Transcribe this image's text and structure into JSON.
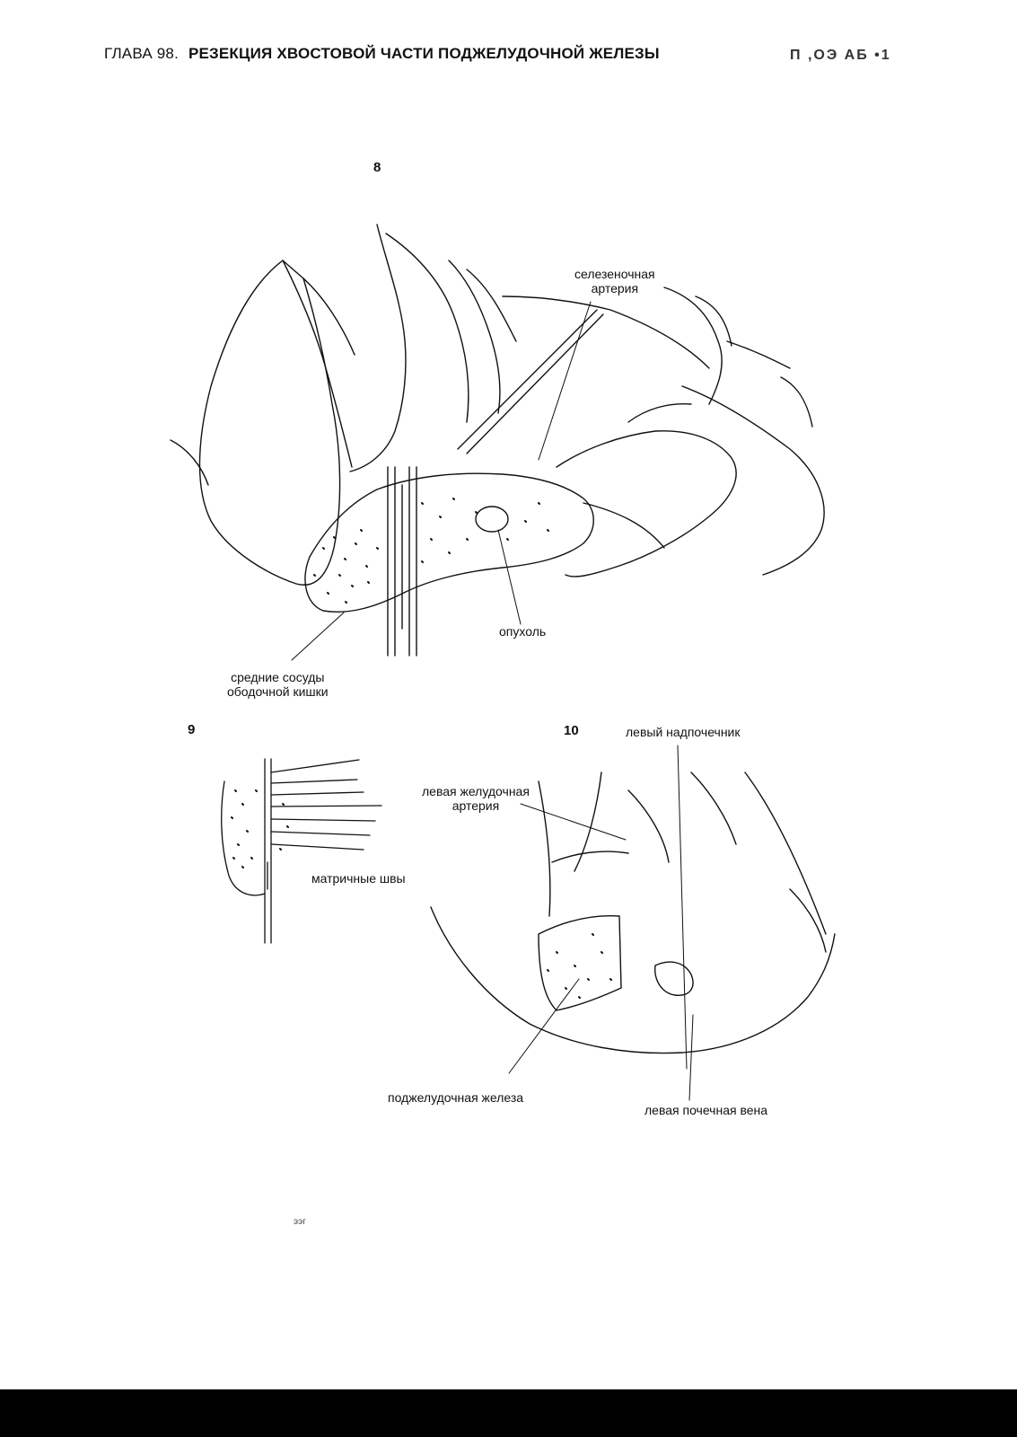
{
  "header": {
    "chapter": "ГЛАВА 98.",
    "title": "РЕЗЕКЦИЯ ХВОСТОВОЙ ЧАСТИ ПОДЖЕЛУДОЧНОЙ ЖЕЛЕЗЫ",
    "corner_mark": "П ,ОЭ АБ •1"
  },
  "figures": {
    "fig8": {
      "number": "8",
      "labels": {
        "splenic_artery": "селезеночная\nартерия",
        "tumor": "опухоль",
        "middle_colic": "средние сосуды\nободочной кишки"
      }
    },
    "fig9": {
      "number": "9",
      "labels": {
        "mattress_sutures": "матричные швы"
      }
    },
    "fig10": {
      "number": "10",
      "labels": {
        "left_adrenal": "левый надпочечник",
        "left_gastric_artery": "левая желудочная\nартерия",
        "pancreas": "поджелудочная железа",
        "left_renal_vein": "левая почечная вена"
      }
    }
  },
  "footer": {
    "page_mark": "ээг"
  }
}
